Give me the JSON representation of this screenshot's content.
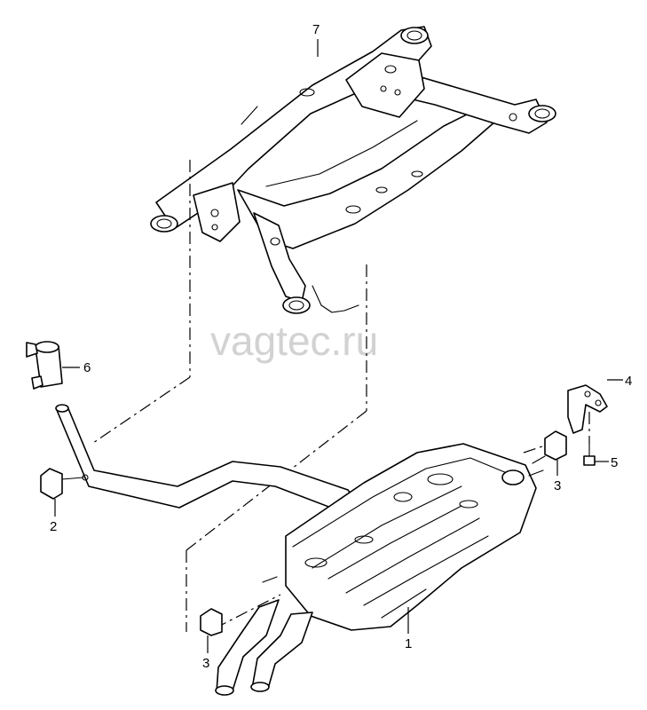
{
  "watermark": "vagtec.ru",
  "callouts": [
    {
      "id": "1"
    },
    {
      "id": "2"
    },
    {
      "id": "3"
    },
    {
      "id": "3"
    },
    {
      "id": "4"
    },
    {
      "id": "5"
    },
    {
      "id": "6"
    },
    {
      "id": "7"
    }
  ],
  "colors": {
    "line": "#000000",
    "watermark": "#d2d2d2",
    "background": "#ffffff"
  }
}
